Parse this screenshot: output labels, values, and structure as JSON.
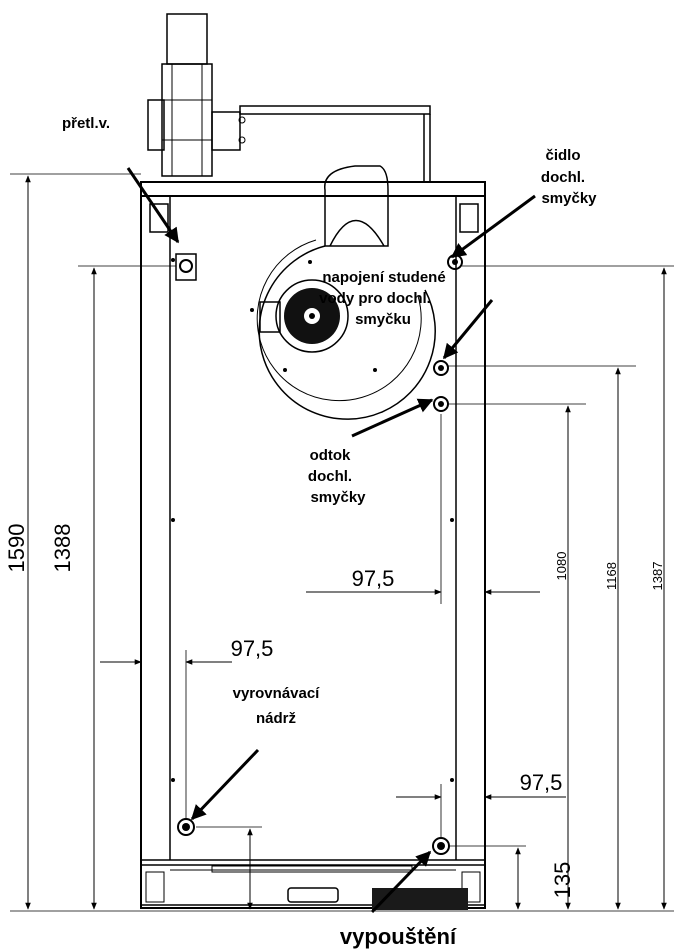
{
  "labels": {
    "pretl": "přetl.v.",
    "cidlo_1": "čidlo",
    "cidlo_2": "dochl.",
    "cidlo_3": "smyčky",
    "napojeni_1": "napojení studené",
    "napojeni_2": "vody pro dochl.",
    "napojeni_3": "smyčku",
    "odtok_1": "odtok",
    "odtok_2": "dochl.",
    "odtok_3": "smyčky",
    "vyrovnavaci_1": "vyrovnávací",
    "vyrovnavaci_2": "nádrž",
    "vypousteni": "vypouštění"
  },
  "dimensions": {
    "d1590": "1590",
    "d1388": "1388",
    "d1080": "1080",
    "d1168": "1168",
    "d1387": "1387",
    "d135": "135",
    "w_right": "97,5",
    "w_left": "97,5",
    "w_bottom": "97,5"
  }
}
